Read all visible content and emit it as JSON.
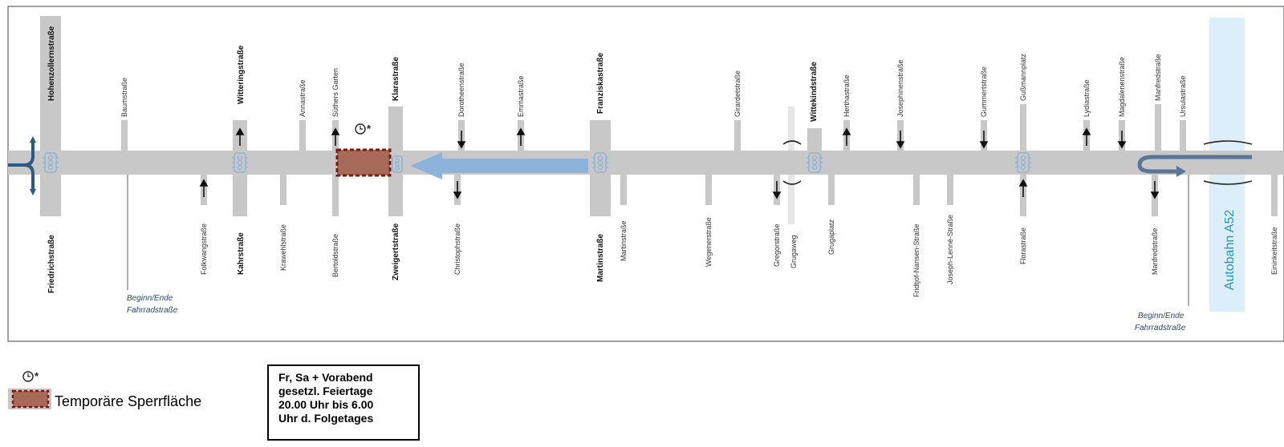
{
  "colors": {
    "road": "#c8c8c8",
    "closure_fill": "#a86a58",
    "closure_border": "#7a1a10",
    "direction_arrow": "#8eb3db",
    "dark_arrow": "#2b5a85",
    "uturn": "#5a7596",
    "autobahn_band": "#dceefa",
    "autobahn_text": "#2a94b8",
    "signal": "#8fb3d8"
  },
  "streets_top": [
    {
      "label": "Hohenzollernstraße",
      "main": true
    },
    {
      "label": "Baumstraße",
      "main": false
    },
    {
      "label": "Witteringstraße",
      "main": true
    },
    {
      "label": "Annastraße",
      "main": false
    },
    {
      "label": "Süthers Garten",
      "main": false
    },
    {
      "label": "Klarastraße",
      "main": true
    },
    {
      "label": "Dorotheenstraße",
      "main": false
    },
    {
      "label": "Emmastraße",
      "main": false
    },
    {
      "label": "Franziskastraße",
      "main": true
    },
    {
      "label": "Girardetstraße",
      "main": false
    },
    {
      "label": "Wittekindstraße",
      "main": true
    },
    {
      "label": "Herthastraße",
      "main": false
    },
    {
      "label": "Josephinenstraße",
      "main": false
    },
    {
      "label": "Gummertstraße",
      "main": false
    },
    {
      "label": "Gußmannplatz",
      "main": false
    },
    {
      "label": "Lydiastraße",
      "main": false
    },
    {
      "label": "Magdalenenstraße",
      "main": false
    },
    {
      "label": "Manfredstraße",
      "main": false
    },
    {
      "label": "Ursulastraße",
      "main": false
    }
  ],
  "streets_bottom": [
    {
      "label": "Friedrichstraße",
      "main": true
    },
    {
      "label": "Folkwangstraße",
      "main": false
    },
    {
      "label": "Kahrstraße",
      "main": true
    },
    {
      "label": "Krawehlstraße",
      "main": false
    },
    {
      "label": "Bertoldstraße",
      "main": false
    },
    {
      "label": "Zweigertstraße",
      "main": true
    },
    {
      "label": "Christophstraße",
      "main": false
    },
    {
      "label": "Martinstraße",
      "main": true
    },
    {
      "label": "Martinstraße",
      "main": false
    },
    {
      "label": "Wegenerstraße",
      "main": false
    },
    {
      "label": "Gregorstraße",
      "main": false
    },
    {
      "label": "Grugaweg",
      "main": false
    },
    {
      "label": "Grugaplatz",
      "main": false
    },
    {
      "label": "Fridtjof-Nansen-Straße",
      "main": false
    },
    {
      "label": "Joseph-Lenné-Straße",
      "main": false
    },
    {
      "label": "Florastraße",
      "main": false
    },
    {
      "label": "Manfredstraße",
      "main": false
    },
    {
      "label": "Eininkeitstraße",
      "main": false
    }
  ],
  "autobahn": {
    "label": "Autobahn A52"
  },
  "bike_markers": [
    {
      "line1": "Beginn/Ende",
      "line2": "Fahrradstraße"
    },
    {
      "line1": "Beginn/Ende",
      "line2": "Fahrradstraße"
    }
  ],
  "closure_mark": {
    "symbol": "*"
  },
  "legend": {
    "symbol": "*",
    "label": "Temporäre Sperrfläche"
  },
  "info_box": {
    "lines": [
      "Fr, Sa + Vorabend",
      "gesetzl. Feiertage",
      "20.00 Uhr bis 6.00",
      "Uhr d. Folgetages"
    ]
  }
}
